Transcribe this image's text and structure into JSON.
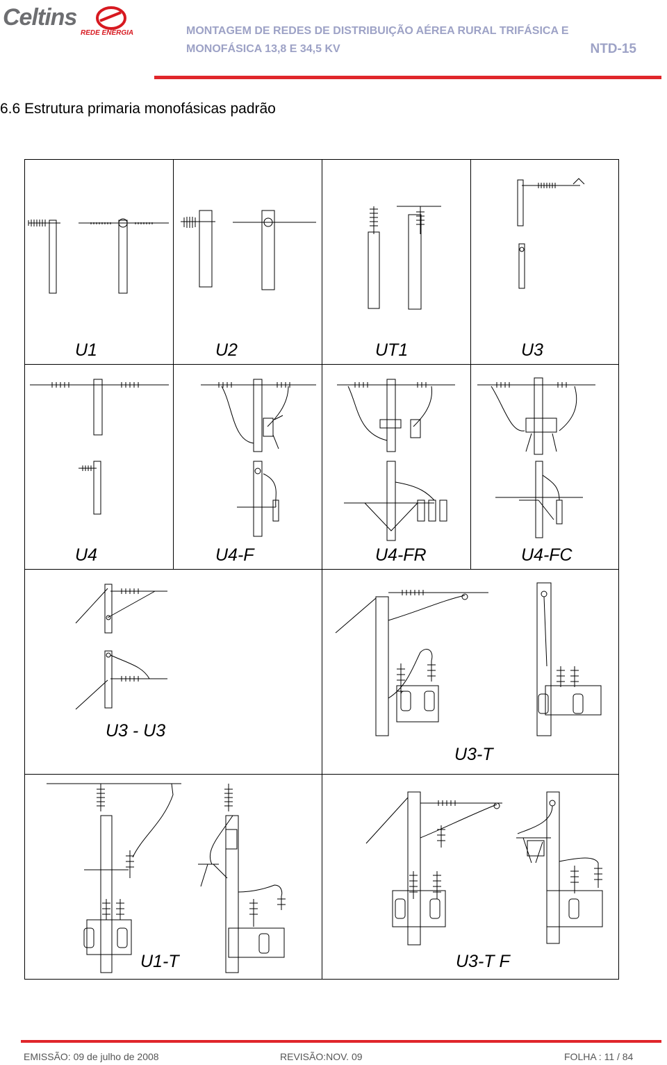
{
  "header": {
    "logo_text": "Celtins",
    "logo_sub": "REDE ENERGIA",
    "line1": "MONTAGEM DE REDES DE DISTRIBUIÇÃO AÉREA RURAL TRIFÁSICA E",
    "line2": "MONOFÁSICA  13,8 E 34,5 KV",
    "code": "NTD-15"
  },
  "section_title": "6.6 Estrutura primaria monofásicas padrão",
  "structures": {
    "u1": "U1",
    "u2": "U2",
    "ut1": "UT1",
    "u3": "U3",
    "u4": "U4",
    "u4f": "U4-F",
    "u4fr": "U4-FR",
    "u4fc": "U4-FC",
    "u3u3": "U3 - U3",
    "u3t": "U3-T",
    "u1t": "U1-T",
    "u3tf": "U3-T F"
  },
  "footer": {
    "emissao": "EMISSÃO: 09 de julho de 2008",
    "revisao": "REVISÃO:NOV. 09",
    "folha": "FOLHA :  11 / 84"
  },
  "colors": {
    "accent_red": "#e0262b",
    "header_text": "#9da2c6",
    "logo_gray": "#6d6e71"
  }
}
